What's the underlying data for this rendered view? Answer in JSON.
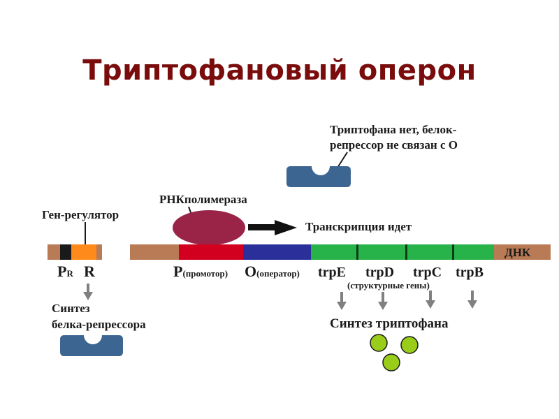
{
  "title": "Триптофановый оперон",
  "note": {
    "line1": "Триптофана нет, белок-",
    "line2": "репрессор не связан с О"
  },
  "labels": {
    "regulator_gene": "Ген-регулятор",
    "rna_polymerase": "РНКполимераза",
    "transcription": "Транскрипция идет",
    "dna": "ДНК",
    "pr_main": "P",
    "pr_sub": "R",
    "r": "R",
    "promoter_main": "P",
    "promoter_sub": "(промотор)",
    "operator_main": "O",
    "operator_sub": "(оператор)",
    "genes": [
      "trpE",
      "trpD",
      "trpC",
      "trpB"
    ],
    "structural_genes": "(структурные гены)",
    "repressor_synthesis_1": "Синтез",
    "repressor_synthesis_2": "белка-репрессора",
    "tryptophan_synthesis": "Синтез триптофана"
  },
  "colors": {
    "title": "#7a0c0c",
    "dna": "#b97a56",
    "promoter": "#d2001e",
    "operator": "#2b2f9a",
    "genes": "#27b24a",
    "gene_divider": "#0c3b16",
    "regulator_black": "#1a1a1a",
    "regulator_orange": "#ff8a1c",
    "polymerase": "#9a2448",
    "repressor": "#3d6591",
    "tryptophan": "#9acd1a",
    "arrow_gray": "#808080"
  }
}
